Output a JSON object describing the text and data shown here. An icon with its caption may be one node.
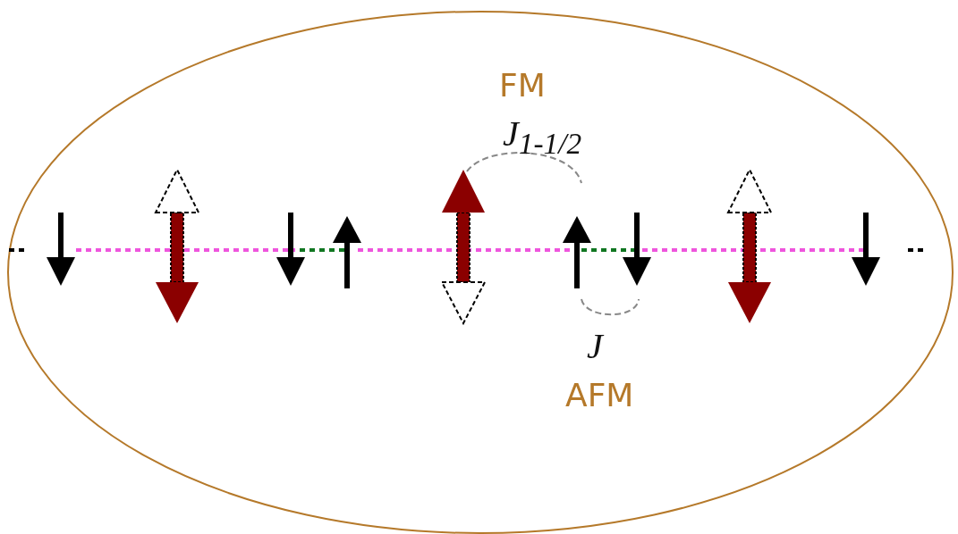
{
  "diagram": {
    "labels": [
      "FM",
      "J$_{1-1/2}$",
      "J",
      "AFM"
    ]
  }
}
